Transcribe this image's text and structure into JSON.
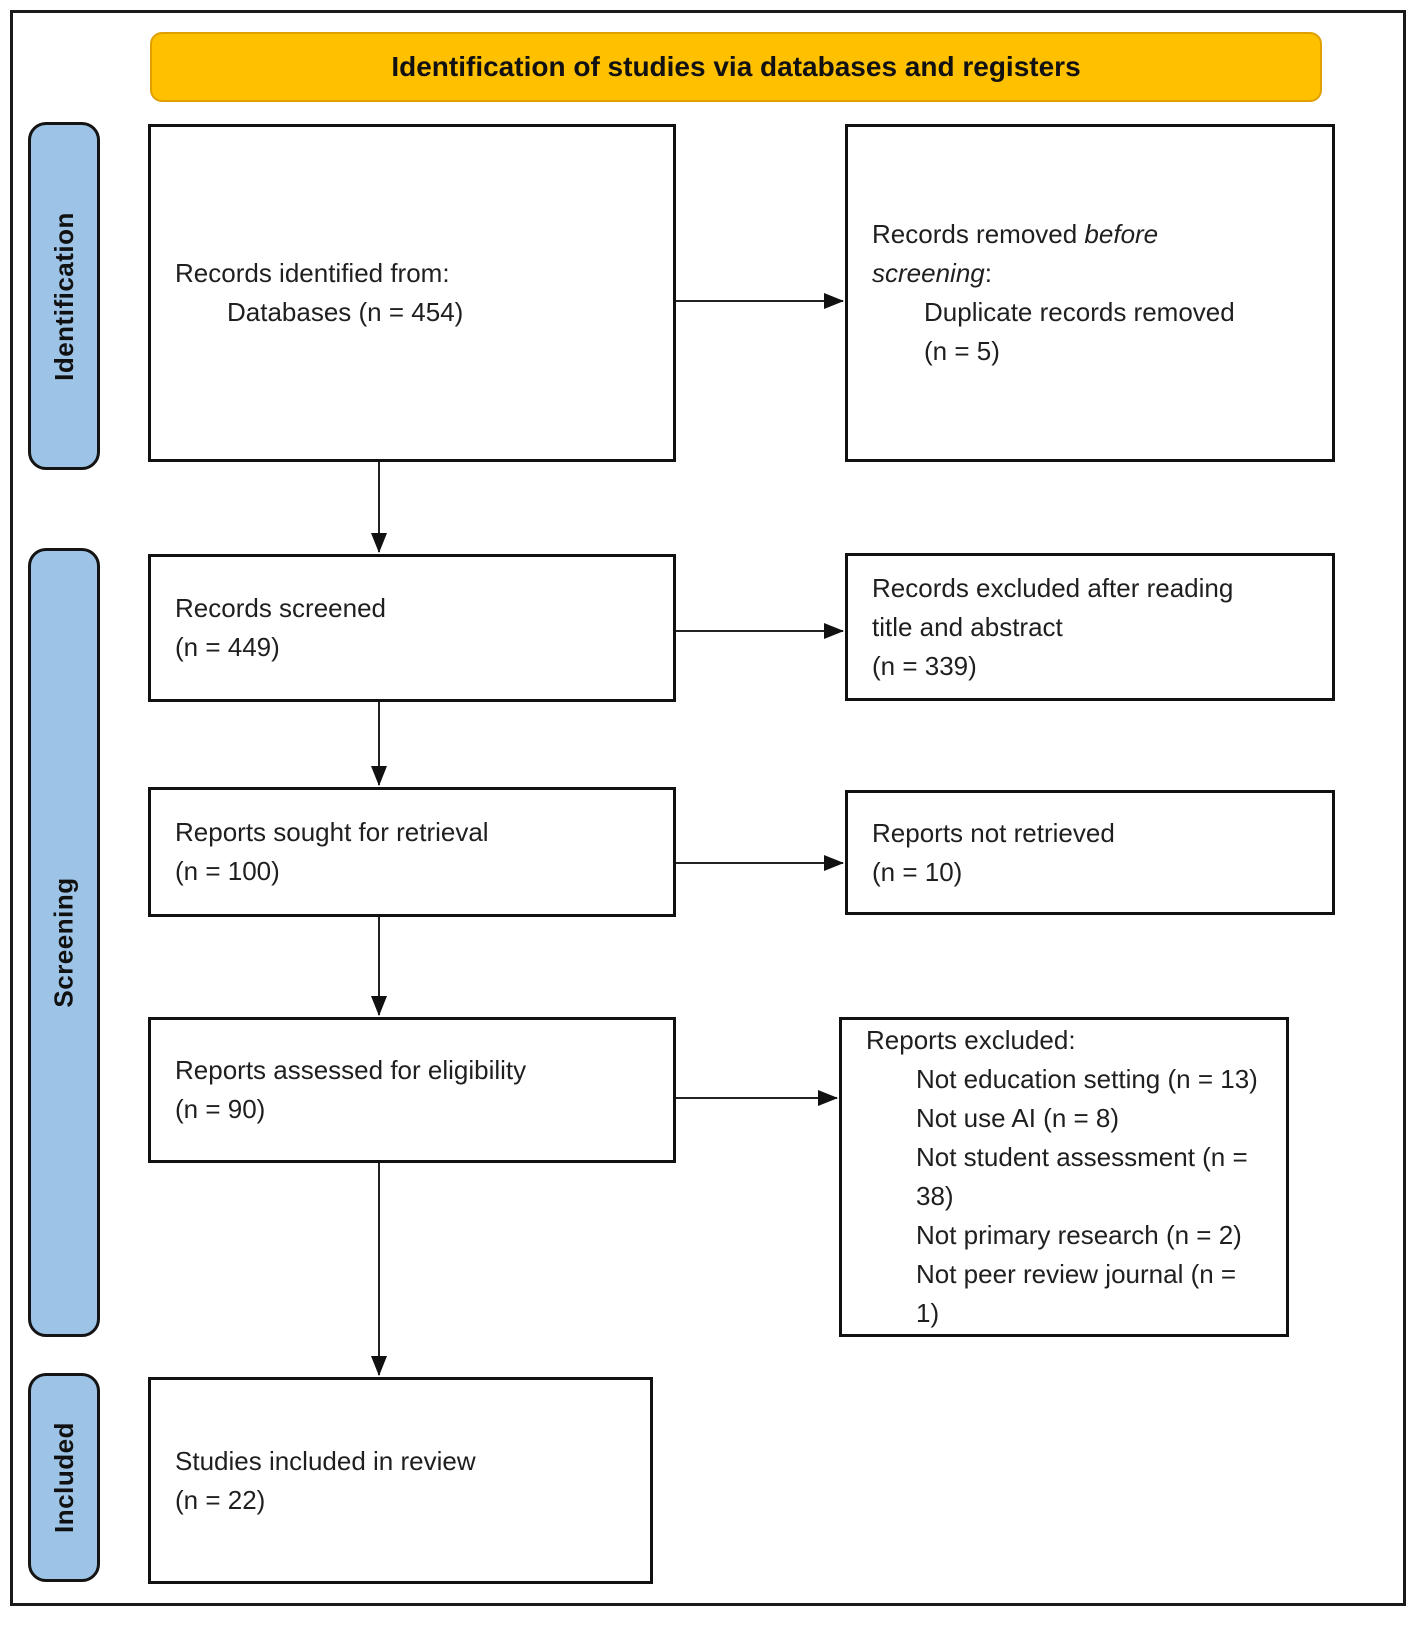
{
  "banner": {
    "title": "Identification of studies via databases and registers"
  },
  "colors": {
    "banner_bg": "#FFC000",
    "banner_border": "#DFA000",
    "stage_bg": "#9DC3E6",
    "box_border": "#111111",
    "arrow": "#222222"
  },
  "stages": {
    "identification": "Identification",
    "screening": "Screening",
    "included": "Included"
  },
  "boxes": {
    "records_identified": {
      "line1": "Records identified from:",
      "line2": "Databases (n = 454)"
    },
    "records_removed": {
      "line1_prefix": "Records removed ",
      "line1_italic": "before screening",
      "line1_suffix": ":",
      "line2": "Duplicate records removed",
      "line3": "(n = 5)"
    },
    "records_screened": {
      "line1": "Records screened",
      "line2": "(n = 449)"
    },
    "records_excluded_title_abstract": {
      "line1": "Records excluded after reading title and abstract",
      "line2": "(n = 339)"
    },
    "reports_sought": {
      "line1": "Reports sought for retrieval",
      "line2": "(n = 100)"
    },
    "reports_not_retrieved": {
      "line1": "Reports not retrieved",
      "line2": "(n = 10)"
    },
    "reports_assessed": {
      "line1": "Reports assessed for eligibility",
      "line2": "(n = 90)"
    },
    "reports_excluded": {
      "line1": "Reports excluded:",
      "reasons": [
        "Not education setting (n = 13)",
        "Not use AI (n = 8)",
        "Not student assessment (n = 38)",
        "Not primary research (n = 2)",
        "Not peer review journal (n = 1)"
      ]
    },
    "studies_included": {
      "line1": "Studies included in review",
      "line2": "(n = 22)"
    }
  }
}
